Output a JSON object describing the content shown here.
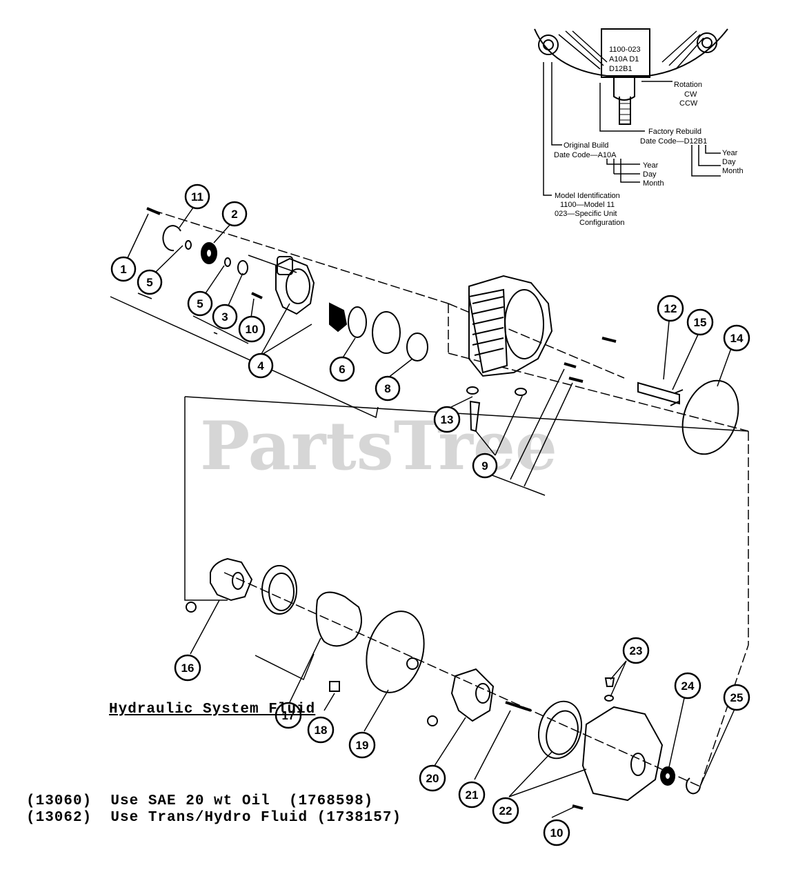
{
  "watermark": "PartsTree",
  "id_plate": {
    "rotation_title": "Rotation",
    "rotation_cw": "CW",
    "rotation_ccw": "CCW",
    "factory_rebuild_title": "Factory Rebuild",
    "factory_rebuild_code": "Date Code—D12B1",
    "original_build_title": "Original Build",
    "original_build_code": "Date Code—A10A",
    "year": "Year",
    "day": "Day",
    "month": "Month",
    "model_id_title": "Model Identification",
    "model_id_line1": "1100—Model 11",
    "model_id_line2": "023—Specific Unit",
    "model_id_line3": "Configuration",
    "plate_line1": "1100-023",
    "plate_line2": "A10A D1",
    "plate_line3": "D12B1"
  },
  "callouts": {
    "c1": "1",
    "c2": "2",
    "c3": "3",
    "c4": "4",
    "c5a": "5",
    "c5b": "5",
    "c6": "6",
    "c8": "8",
    "c9": "9",
    "c10a": "10",
    "c10b": "10",
    "c11": "11",
    "c12": "12",
    "c13": "13",
    "c14": "14",
    "c15": "15",
    "c16": "16",
    "c17": "17",
    "c18": "18",
    "c19": "19",
    "c20": "20",
    "c21": "21",
    "c22": "22",
    "c23": "23",
    "c24": "24",
    "c25": "25"
  },
  "fluid": {
    "heading": "Hydraulic System Fluid",
    "line1": "(13060)  Use SAE 20 wt Oil  (1768598)",
    "line2": "(13062)  Use Trans/Hydro Fluid (1738157)"
  }
}
